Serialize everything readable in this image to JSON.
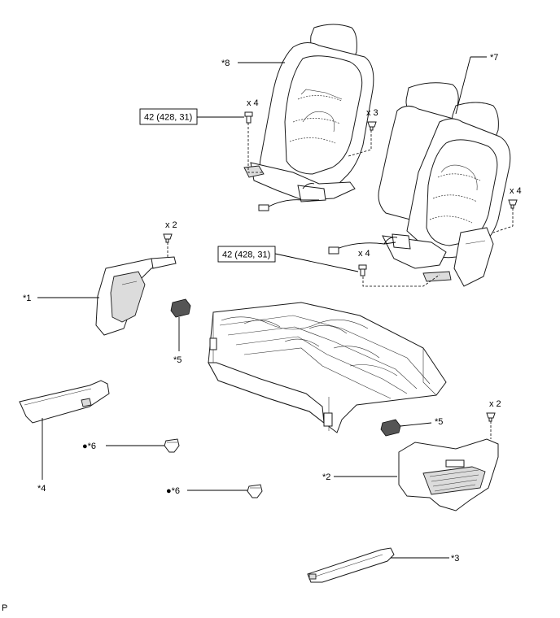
{
  "callouts": {
    "c8": "*8",
    "c7": "*7",
    "c1": "*1",
    "c5a": "*5",
    "c5b": "*5",
    "c4": "*4",
    "c6a": "●*6",
    "c6b": "●*6",
    "c2": "*2",
    "c3": "*3"
  },
  "quantities": {
    "q_bolt_top": "x 4",
    "q_clip_top": "x 3",
    "q_clip_right": "x 4",
    "q_bolt_mid": "x 4",
    "q_clip_left": "x 2",
    "q_clip_lower": "x 2"
  },
  "torque_specs": {
    "t_upper": "42 (428, 31)",
    "t_lower": "42 (428, 31)"
  },
  "corner_mark": "P"
}
